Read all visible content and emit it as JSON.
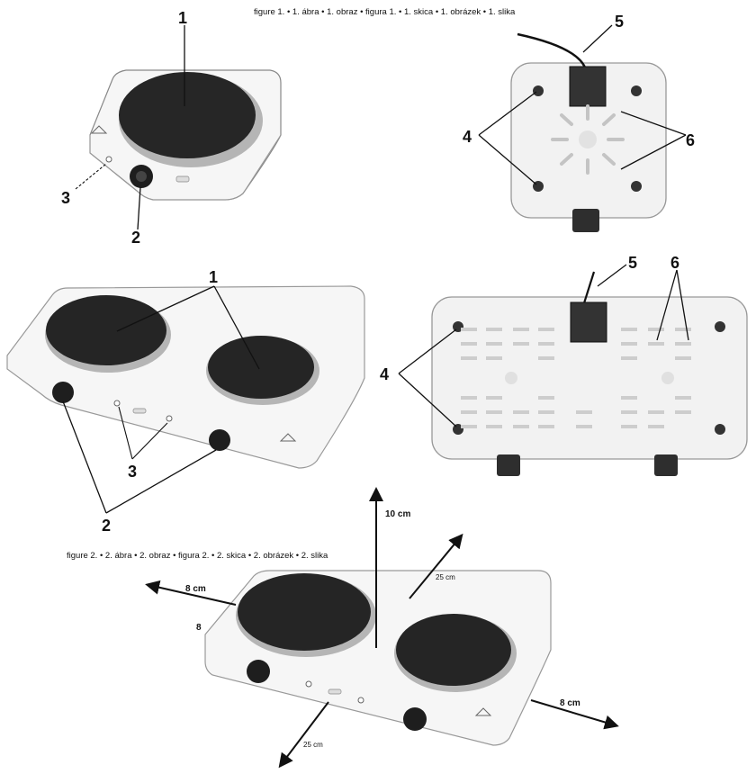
{
  "figure1": {
    "caption": "figure 1. • 1. ábra • 1. obraz • figura 1. • 1. skica • 1. obrázek • 1. slika",
    "single_hob_callouts": [
      "1",
      "2",
      "3"
    ],
    "single_base_callouts": [
      "4",
      "5",
      "6"
    ],
    "double_hob_callouts": [
      "1",
      "2",
      "3"
    ],
    "double_base_callouts": [
      "4",
      "5",
      "6"
    ]
  },
  "figure2": {
    "caption": "figure 2. • 2. ábra • 2. obraz • figura 2. • 2. skica • 2. obrázek • 2. slika",
    "clearance_top": "10 cm",
    "clearance_left": "8 cm",
    "clearance_back": "25 cm",
    "clearance_right": "8 cm",
    "clearance_front": "25 cm",
    "side_mark": "8"
  },
  "colors": {
    "line": "#111111",
    "hotplate": "#2a2a2a",
    "body": "#f4f4f4",
    "shade": "#cfcfcf"
  }
}
